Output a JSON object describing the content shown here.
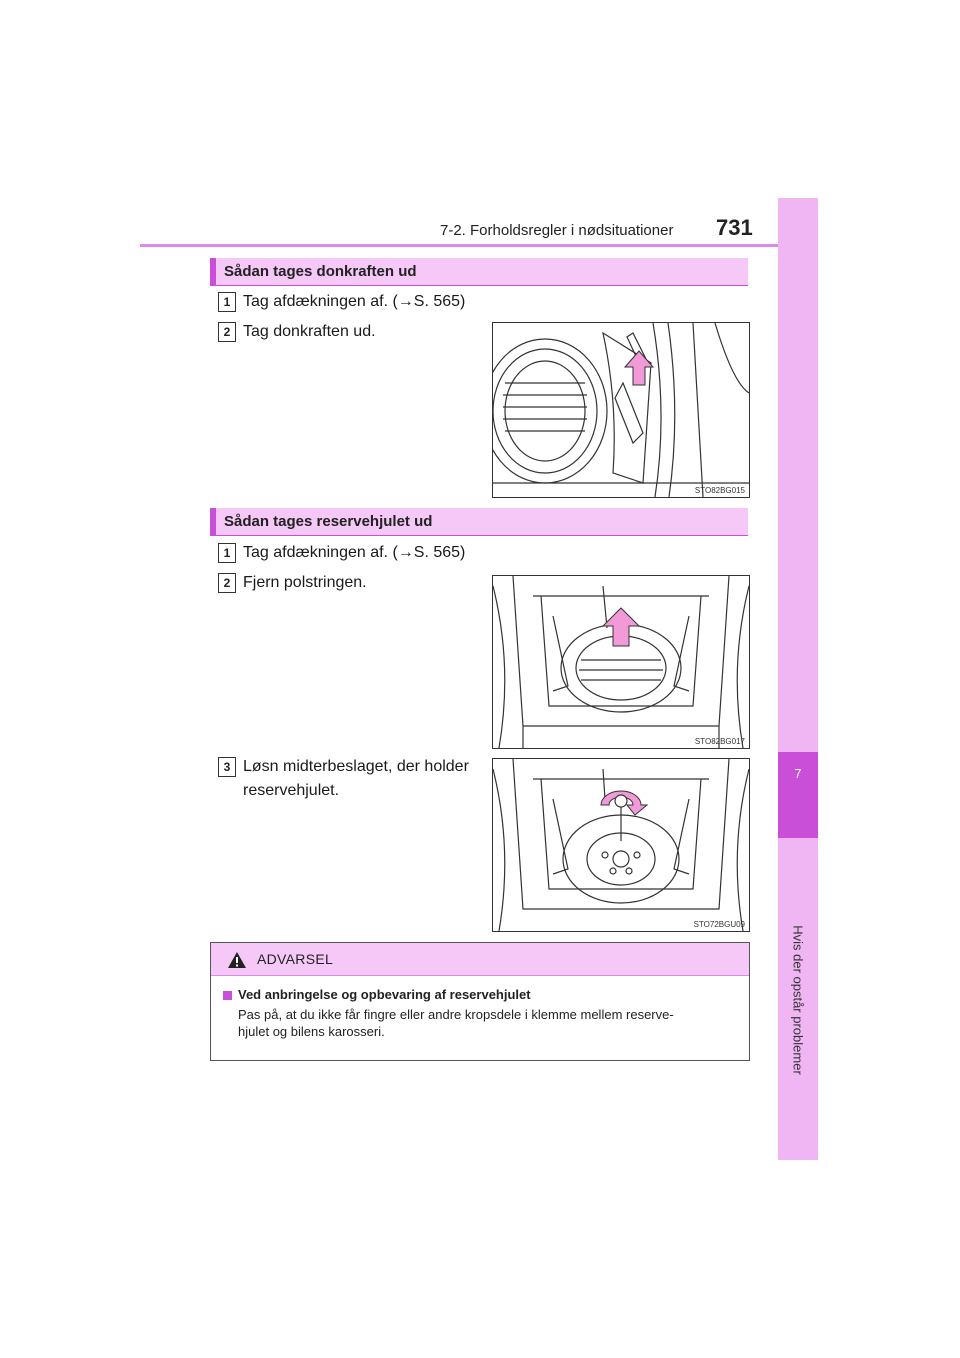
{
  "header": {
    "section": "7-2. Forholdsregler i nødsituationer",
    "page_number": "731"
  },
  "side_tab": {
    "chapter_number": "7",
    "chapter_title": "Hvis der opstår problemer"
  },
  "sections": [
    {
      "title": "Sådan tages donkraften ud",
      "steps": [
        {
          "num": "1",
          "text": "Tag afdækningen af. (→S. 565)"
        },
        {
          "num": "2",
          "text": "Tag donkraften ud."
        }
      ],
      "figures": [
        {
          "code": "STO82BG015"
        }
      ]
    },
    {
      "title": "Sådan tages reservehjulet ud",
      "steps": [
        {
          "num": "1",
          "text": "Tag afdækningen af. (→S. 565)"
        },
        {
          "num": "2",
          "text": "Fjern polstringen."
        },
        {
          "num": "3",
          "text_line1": "Løsn midterbeslaget, der holder",
          "text_line2": "reservehjulet."
        }
      ],
      "figures": [
        {
          "code": "STO82BG017"
        },
        {
          "code": "STO72BGU09"
        }
      ]
    }
  ],
  "warning": {
    "title": "ADVARSEL",
    "subtitle": "Ved anbringelse og opbevaring af reservehjulet",
    "body_line1": "Pas på, at du ikke får fingre eller andre kropsdele i klemme mellem reserve-",
    "body_line2": "hjulet og bilens karosseri."
  },
  "colors": {
    "accent": "#c94fd8",
    "tab_light": "#f0b5f3",
    "heading_fill": "#f6c8f8",
    "arrow_fill": "#f29ad8"
  }
}
